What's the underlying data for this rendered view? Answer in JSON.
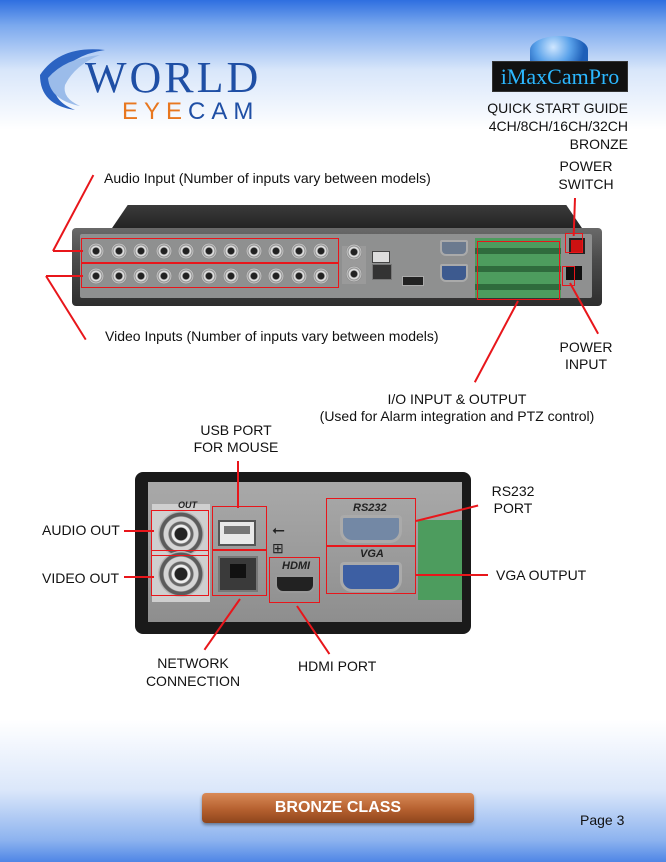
{
  "header": {
    "logo_text_world": "WORLD",
    "logo_text_eye": "EYE",
    "logo_text_cam": "CAM",
    "brand": "iMaxCamPro",
    "guide_title": "QUICK START GUIDE",
    "models": "4CH/8CH/16CH/32CH",
    "edition": "BRONZE"
  },
  "rear_panel": {
    "audio_input_label": "Audio Input (Number of inputs vary between models)",
    "video_inputs_label": "Video Inputs (Number of inputs vary between models)",
    "power_switch_label_1": "POWER",
    "power_switch_label_2": "SWITCH",
    "power_input_label_1": "POWER",
    "power_input_label_2": "INPUT",
    "io_label_1": "I/O INPUT & OUTPUT",
    "io_label_2": "(Used for Alarm integration and PTZ control)"
  },
  "closeup": {
    "usb_label_1": "USB PORT",
    "usb_label_2": "FOR MOUSE",
    "audio_out": "AUDIO OUT",
    "video_out": "VIDEO OUT",
    "rs232_label_1": "RS232",
    "rs232_label_2": "PORT",
    "vga_output": "VGA OUTPUT",
    "network_label_1": "NETWORK",
    "network_label_2": "CONNECTION",
    "hdmi_port": "HDMI PORT",
    "silk_rs232": "RS232",
    "silk_vga": "VGA",
    "silk_hdmi": "HDMI",
    "silk_out": "OUT"
  },
  "footer": {
    "badge": "BRONZE CLASS",
    "page": "Page 3"
  },
  "colors": {
    "accent_red": "#e8161b",
    "brand_blue": "#1f4fa5",
    "brand_orange": "#e8771f",
    "badge_bronze": "#b5602f"
  }
}
